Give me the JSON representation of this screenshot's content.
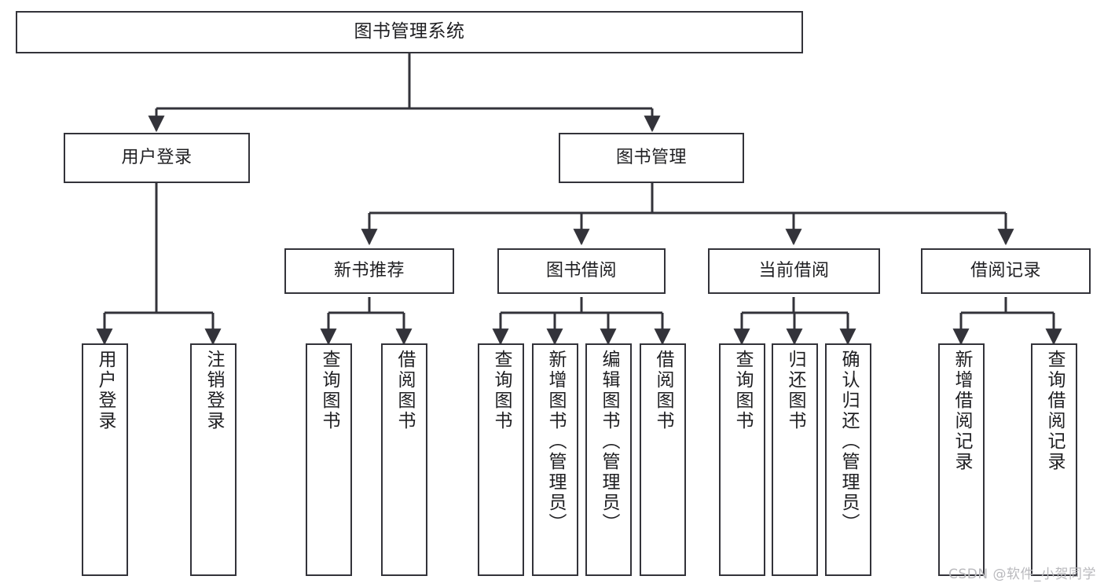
{
  "diagram": {
    "type": "tree",
    "title": "图书管理系统",
    "orientation": "top-down",
    "colors": {
      "node_border": "#33333a",
      "node_fill": "#ffffff",
      "edge": "#33333a",
      "text": "#1f1f22",
      "background": "#ffffff",
      "watermark": "#b9b9bd"
    },
    "root": {
      "label": "图书管理系统"
    },
    "level1": [
      {
        "label": "用户登录"
      },
      {
        "label": "图书管理"
      }
    ],
    "level2": [
      {
        "label": "新书推荐"
      },
      {
        "label": "图书借阅"
      },
      {
        "label": "当前借阅"
      },
      {
        "label": "借阅记录"
      }
    ],
    "leaves": {
      "user_login": [
        {
          "label": "用户登录"
        },
        {
          "label": "注销登录"
        }
      ],
      "new_book_recommend": [
        {
          "label": "查询图书"
        },
        {
          "label": "借阅图书"
        }
      ],
      "book_borrow": [
        {
          "label": "查询图书"
        },
        {
          "label": "新增图书（管理员）"
        },
        {
          "label": "编辑图书（管理员）"
        },
        {
          "label": "借阅图书"
        }
      ],
      "current_borrow": [
        {
          "label": "查询图书"
        },
        {
          "label": "归还图书"
        },
        {
          "label": "确认归还（管理员）"
        }
      ],
      "borrow_record": [
        {
          "label": "新增借阅记录"
        },
        {
          "label": "查询借阅记录"
        }
      ]
    }
  },
  "watermark": {
    "text": "CSDN @软件_小贺同学"
  }
}
